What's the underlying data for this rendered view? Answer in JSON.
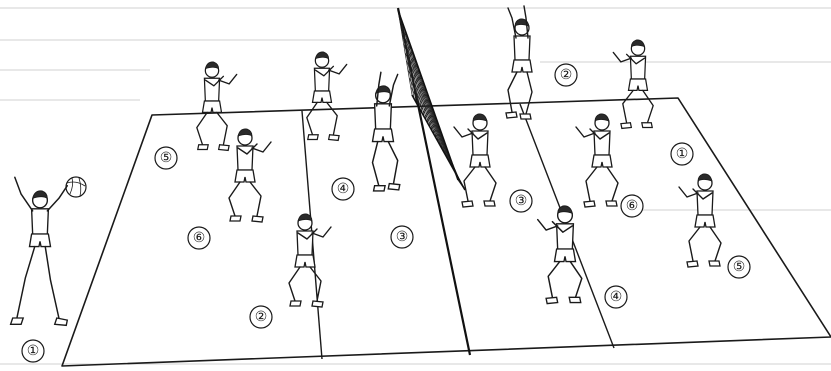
{
  "figure": {
    "positions": [
      {
        "id": "left-1",
        "label": "①",
        "team": "left"
      },
      {
        "id": "left-2",
        "label": "②",
        "team": "left"
      },
      {
        "id": "left-3",
        "label": "③",
        "team": "left"
      },
      {
        "id": "left-4",
        "label": "④",
        "team": "left"
      },
      {
        "id": "left-5",
        "label": "⑤",
        "team": "left"
      },
      {
        "id": "left-6",
        "label": "⑥",
        "team": "left"
      },
      {
        "id": "right-1",
        "label": "①",
        "team": "right"
      },
      {
        "id": "right-2",
        "label": "②",
        "team": "right"
      },
      {
        "id": "right-3",
        "label": "③",
        "team": "right"
      },
      {
        "id": "right-4",
        "label": "④",
        "team": "right"
      },
      {
        "id": "right-5",
        "label": "⑤",
        "team": "right"
      },
      {
        "id": "right-6",
        "label": "⑥",
        "team": "right"
      }
    ],
    "objects": [
      "volleyball-court-outline",
      "net",
      "attack-lines",
      "volleyball",
      "players"
    ]
  }
}
